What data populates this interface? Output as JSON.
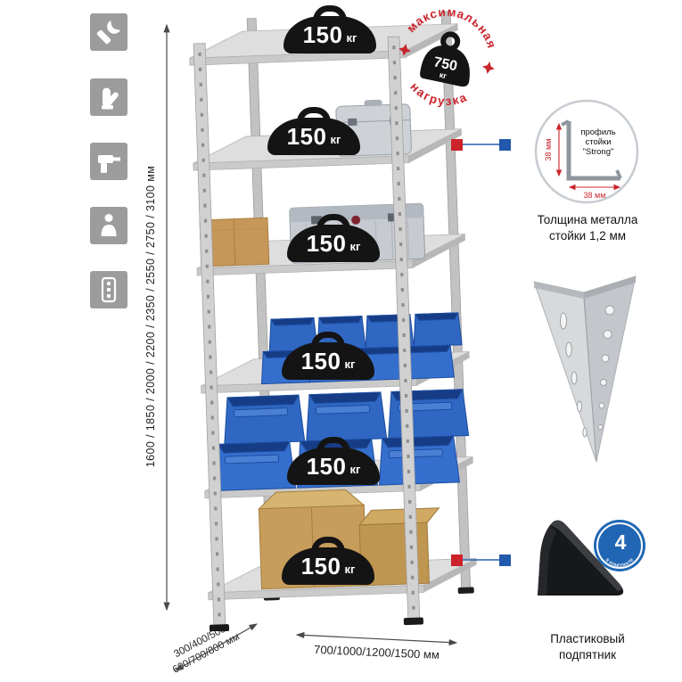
{
  "colors": {
    "accent_red": "#cc2229",
    "accent_blue": "#2159ac",
    "bin_blue": "#2f67c2",
    "metal_gray": "#d6d6d6"
  },
  "sidebar": {
    "icons": [
      {
        "name": "wrench-icon"
      },
      {
        "name": "gloves-icon"
      },
      {
        "name": "drill-icon"
      },
      {
        "name": "person-icon"
      },
      {
        "name": "post-icon"
      }
    ]
  },
  "dimensions": {
    "height_label": "1600 / 1850 / 2000 / 2200 / 2350 / 2550 / 2750 / 3100 мм",
    "depth_line1": "300/400/500",
    "depth_line2": "600/700/800 мм",
    "width_label": "700/1000/1200/1500 мм"
  },
  "rack": {
    "shelf_count": 6,
    "load_value": "150",
    "load_unit": "кг"
  },
  "stamp": {
    "arc_top": "максимальная",
    "arc_bottom": "нагрузка",
    "value": "750",
    "unit": "кг"
  },
  "profile_callout": {
    "label1": "профиль",
    "label2": "стойки",
    "label3": "\"Strong\"",
    "dim_vertical": "38 мм",
    "dim_horizontal": "38 мм",
    "caption1": "Толщина металла",
    "caption2": "стойки 1,2 мм"
  },
  "foot_callout": {
    "badge_value": "4",
    "badge_arc": "в комплекте",
    "caption1": "Пластиковый",
    "caption2": "подпятник"
  }
}
